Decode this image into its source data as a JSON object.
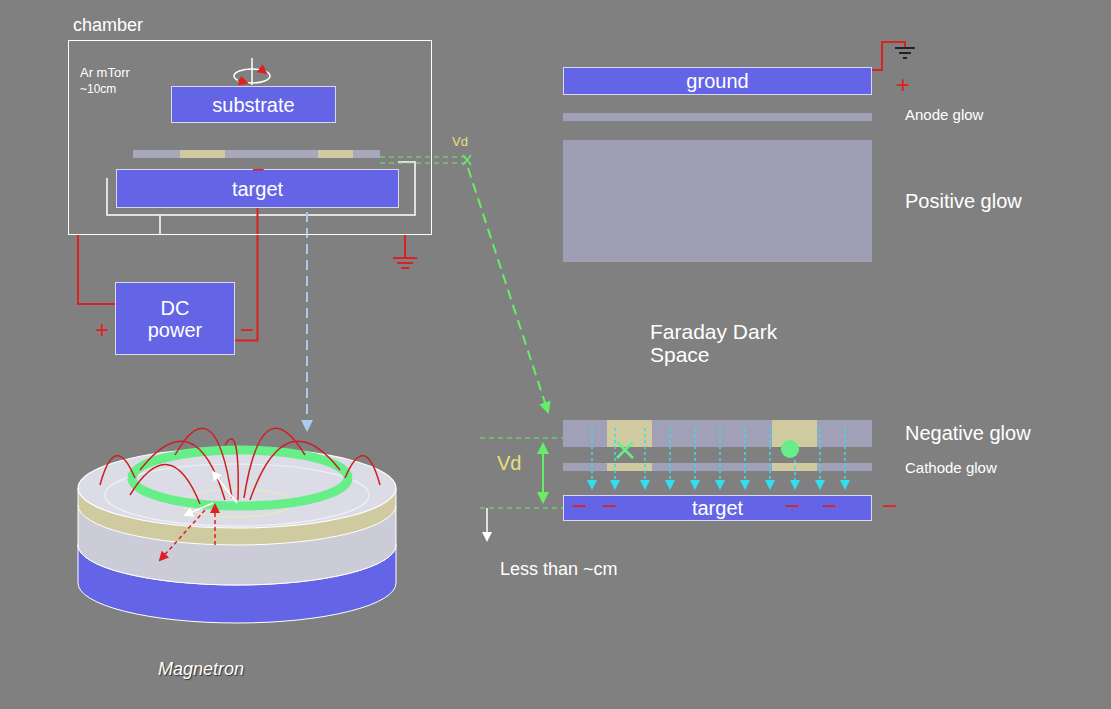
{
  "diagram": {
    "nodes": [
      {
        "text": [
          "chamber"
        ]
      },
      {
        "text": [
          "substrate"
        ],
        "in": 0
      },
      {
        "text": [
          "target"
        ],
        "in": 0
      },
      {
        "text": [
          "DC power"
        ]
      },
      {
        "text": [
          "ground"
        ]
      },
      {
        "text": [
          "target"
        ]
      }
    ],
    "edges": [
      {
        "from": 3,
        "to": 2,
        "arrow": "none"
      },
      {
        "from": 3,
        "to": 0,
        "arrow": "none"
      }
    ],
    "labels": [
      "Ar mTorr",
      "~10cm",
      "Vd",
      "+",
      "−",
      "−",
      "+",
      "Anode glow",
      "Positive glow",
      "Faraday Dark Space",
      "Negative glow",
      "Cathode glow",
      "Vd",
      "Less than ~cm",
      "Magnetron",
      "−",
      "−",
      "−",
      "−",
      "−"
    ]
  }
}
